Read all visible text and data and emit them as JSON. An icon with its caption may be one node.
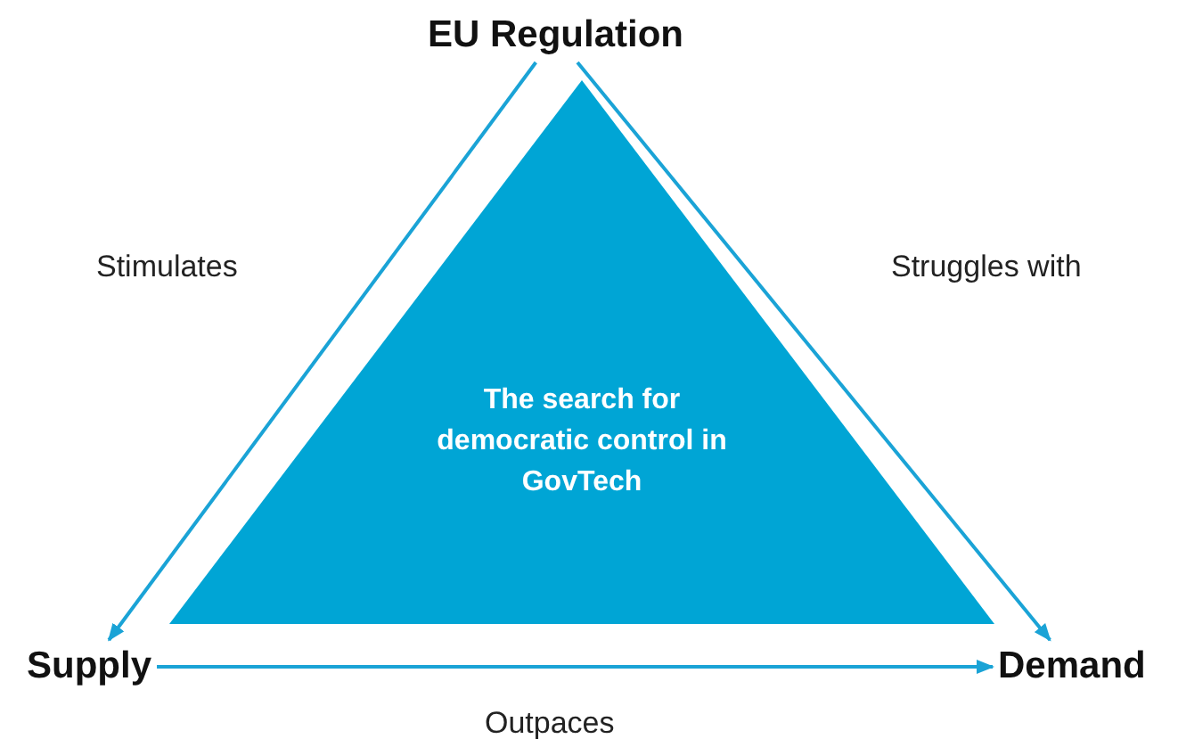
{
  "diagram": {
    "nodes": [
      {
        "text": [
          "EU Regulation"
        ]
      },
      {
        "text": [
          "Supply"
        ]
      },
      {
        "text": [
          "Demand"
        ]
      },
      {
        "text": [
          "The search for democratic control in GovTech"
        ]
      }
    ],
    "edges": [
      {
        "from": 0,
        "to": 1,
        "arrow": "to",
        "label": "Stimulates"
      },
      {
        "from": 0,
        "to": 2,
        "arrow": "to",
        "label": "Struggles with"
      },
      {
        "from": 1,
        "to": 2,
        "arrow": "to",
        "label": "Outpaces"
      }
    ]
  }
}
